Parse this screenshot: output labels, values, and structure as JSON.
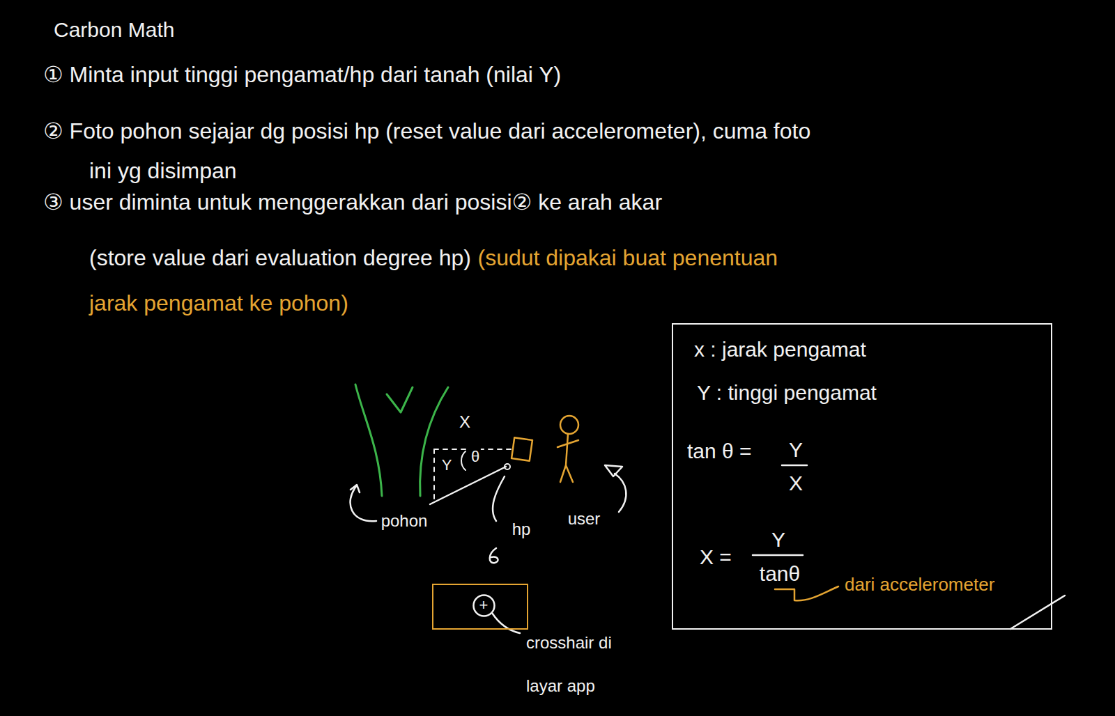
{
  "diagram": {
    "title": "Carbon Math",
    "nodes": [
      {
        "text": [
          "x : jarak pengamat",
          "Y : tinggi pengamat",
          "tan θ =",
          "Y",
          "X",
          "X =",
          "Y",
          "tanθ",
          "dari accelerometer"
        ]
      },
      {
        "text": [
          "+"
        ]
      }
    ],
    "labels": [
      "① Minta input tinggi pengamat/hp dari tanah (nilai Y)",
      "② Foto pohon sejajar dg posisi hp (reset value dari accelerometer), cuma foto ini yg disimpan",
      "③ user diminta untuk menggerakkan dari posisi② ke arah akar",
      "(store value dari evaluation degree hp)",
      "(sudut dipakai buat penentuan jarak pengamat ke pohon)",
      "X",
      "Y",
      "θ",
      "pohon",
      "hp",
      "user",
      "crosshair di layar app"
    ]
  }
}
